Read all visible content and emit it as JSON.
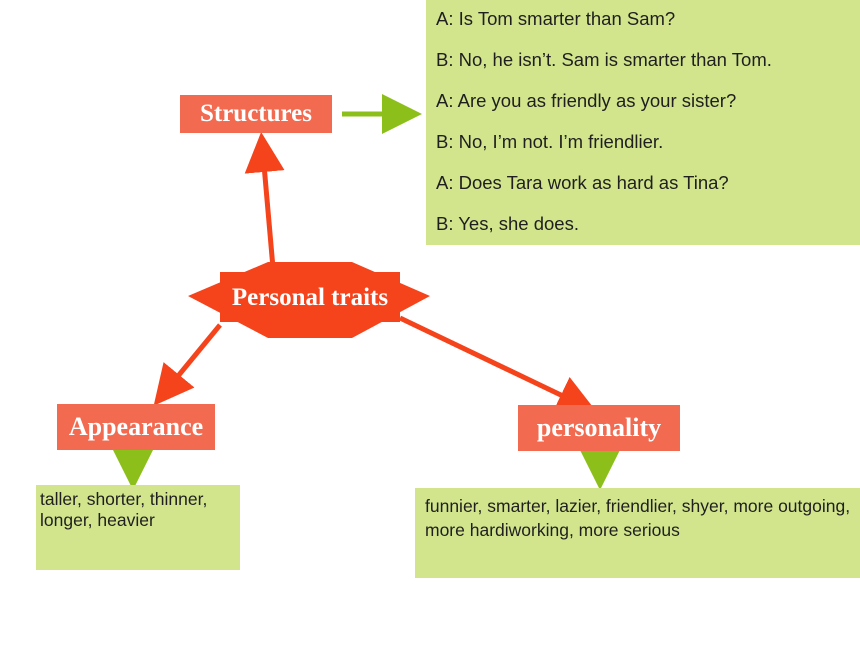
{
  "center": {
    "label": "Personal traits",
    "color": "#f5431c"
  },
  "nodes": {
    "structures": {
      "label": "Structures"
    },
    "appearance": {
      "label": "Appearance"
    },
    "personality": {
      "label": "personality"
    }
  },
  "structures_examples": [
    "A: Is Tom smarter than Sam?",
    "B: No, he isn’t. Sam is smarter than Tom.",
    "A: Are you as friendly as your sister?",
    "B: No, I’m not. I’m friendlier.",
    "A: Does Tara work as hard as Tina?",
    "B: Yes, she does."
  ],
  "appearance_words": "taller, shorter, thinner, longer, heavier",
  "personality_words": "funnier, smarter, lazier, friendlier, shyer, more outgoing, more hardiworking, more serious",
  "colors": {
    "node_fill": "#f26a4f",
    "box_fill": "#d2e58d",
    "red_arrow": "#f5431c",
    "green_arrow": "#8cbf1a"
  }
}
